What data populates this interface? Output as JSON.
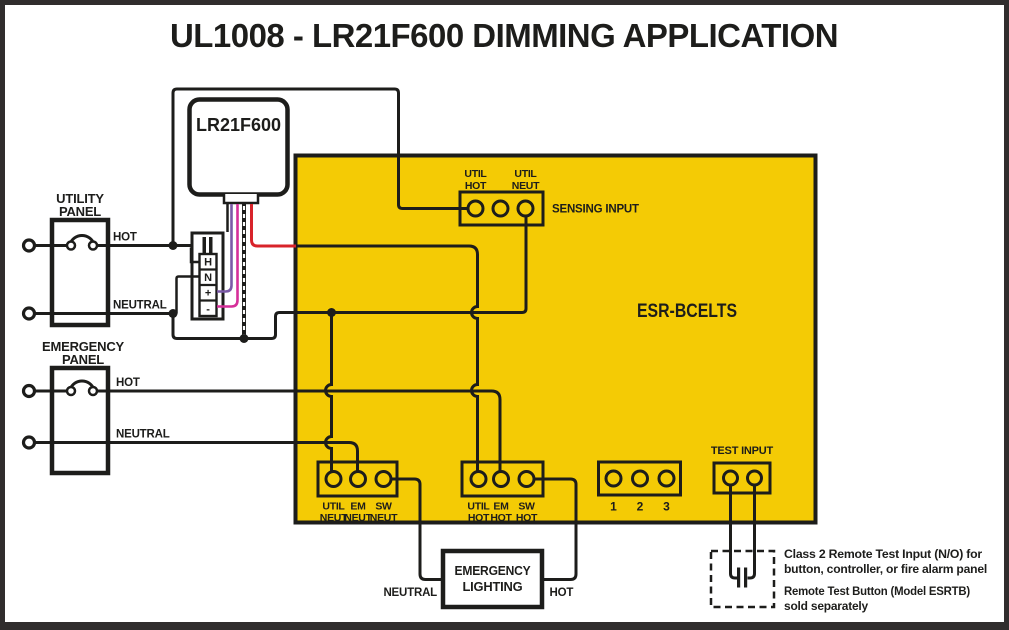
{
  "title": "UL1008 - LR21F600 DIMMING APPLICATION",
  "colors": {
    "yellow": "#F4CB05",
    "red": "#D8232A",
    "purple": "#7B5AA6",
    "magenta": "#D62F99",
    "blue": "#3A96D3",
    "frame": "#302D2D",
    "ink": "#1D1D1B"
  },
  "dimmer": {
    "label": "LR21F600",
    "terminals": [
      "H",
      "N",
      "+",
      "-"
    ]
  },
  "utility_panel": {
    "name": [
      "UTILITY",
      "PANEL"
    ],
    "hot": "HOT",
    "neutral": "NEUTRAL"
  },
  "emergency_panel": {
    "name": [
      "EMERGENCY",
      "PANEL"
    ],
    "hot": "HOT",
    "neutral": "NEUTRAL"
  },
  "controller": {
    "label": "ESR-BCELTS",
    "sensing_caption": "SENSING INPUT",
    "sensing_terminals": [
      [
        "UTIL",
        "HOT"
      ],
      [
        "UTIL",
        "NEUT"
      ]
    ],
    "neutral_terminals": [
      [
        "UTIL",
        "NEUT"
      ],
      [
        "EM",
        "NEUT"
      ],
      [
        "SW",
        "NEUT"
      ]
    ],
    "hot_terminals": [
      [
        "UTIL",
        "HOT"
      ],
      [
        "EM",
        "HOT"
      ],
      [
        "SW",
        "HOT"
      ]
    ],
    "aux_terminals": [
      "1",
      "2",
      "3"
    ],
    "test_input_label": "TEST INPUT"
  },
  "emergency_lighting": {
    "name": [
      "EMERGENCY",
      "LIGHTING"
    ],
    "neutral": "NEUTRAL",
    "hot": "HOT"
  },
  "notes": {
    "line1": "Class 2 Remote Test Input (N/O) for",
    "line2": "button, controller, or fire alarm panel",
    "line3": "Remote Test Button (Model ESRTB)",
    "line4": "sold separately"
  }
}
